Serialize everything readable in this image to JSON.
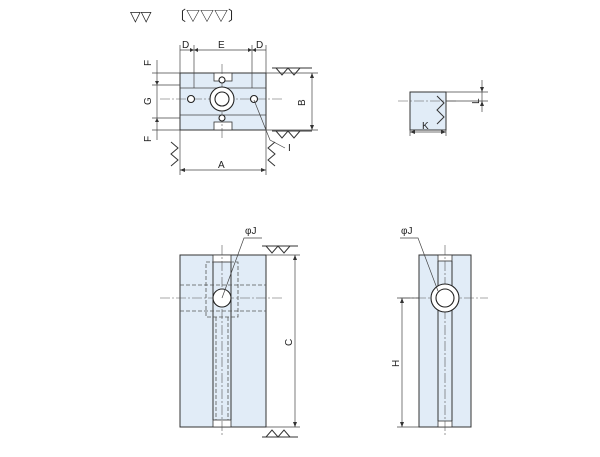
{
  "finish_legend": {
    "rough": "▽▽",
    "fine": "〔▽▽▽〕"
  },
  "labels": {
    "D_left": "D",
    "E": "E",
    "D_right": "D",
    "F_top": "F",
    "G": "G",
    "F_bottom": "F",
    "B": "B",
    "A": "A",
    "I": "I",
    "L": "L",
    "K": "K",
    "phiJ_front": "φJ",
    "C": "C",
    "phiJ_side": "φJ",
    "H": "H"
  },
  "colors": {
    "body_fill": "#e1ecf7",
    "line": "#333333"
  }
}
